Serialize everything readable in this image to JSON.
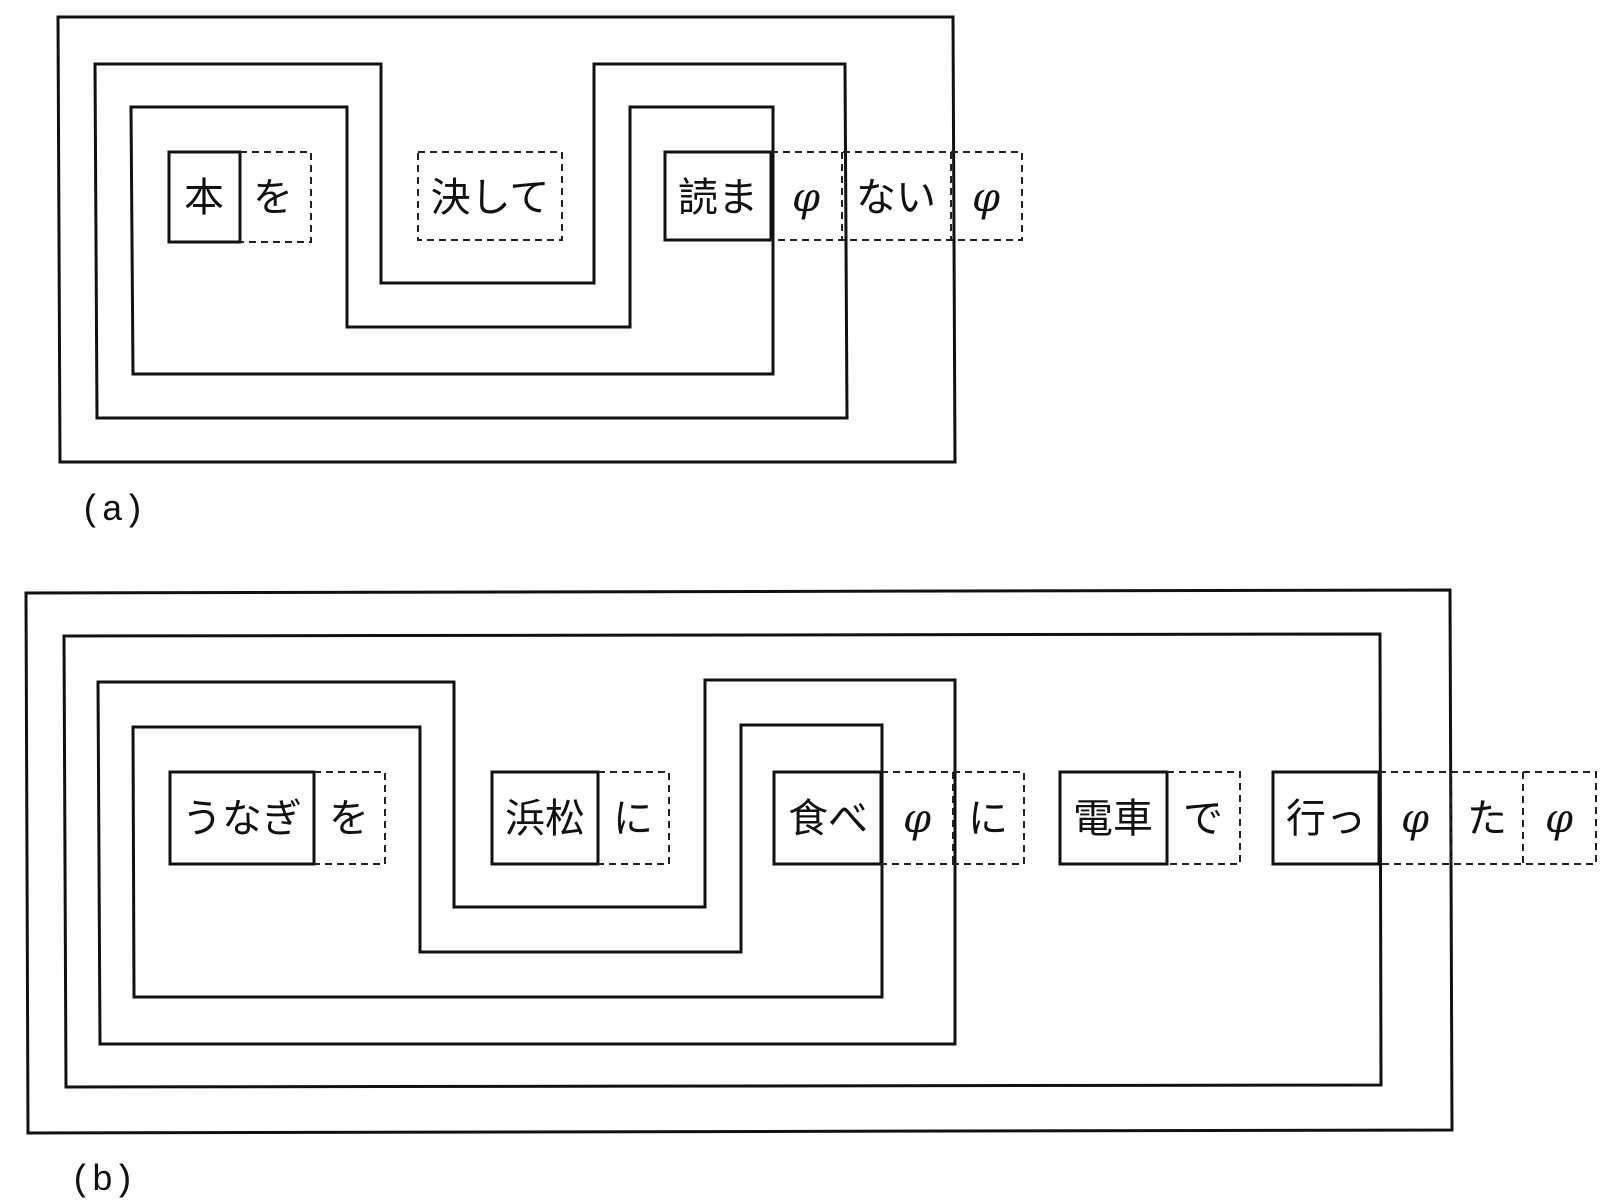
{
  "panels": [
    {
      "label": "(a)",
      "tokens": [
        {
          "text": "本",
          "kind": "content"
        },
        {
          "text": "を",
          "kind": "function"
        },
        {
          "text": "決して",
          "kind": "function"
        },
        {
          "text": "読ま",
          "kind": "content"
        },
        {
          "text": "φ",
          "kind": "phi"
        },
        {
          "text": "ない",
          "kind": "function"
        },
        {
          "text": "φ",
          "kind": "phi"
        }
      ]
    },
    {
      "label": "(b)",
      "tokens": [
        {
          "text": "うなぎ",
          "kind": "content"
        },
        {
          "text": "を",
          "kind": "function"
        },
        {
          "text": "浜松",
          "kind": "content"
        },
        {
          "text": "に",
          "kind": "function"
        },
        {
          "text": "食べ",
          "kind": "content"
        },
        {
          "text": "φ",
          "kind": "phi"
        },
        {
          "text": "に",
          "kind": "function"
        },
        {
          "text": "電車",
          "kind": "content"
        },
        {
          "text": "で",
          "kind": "function"
        },
        {
          "text": "行っ",
          "kind": "content"
        },
        {
          "text": "φ",
          "kind": "phi"
        },
        {
          "text": "た",
          "kind": "function"
        },
        {
          "text": "φ",
          "kind": "phi"
        }
      ]
    }
  ]
}
